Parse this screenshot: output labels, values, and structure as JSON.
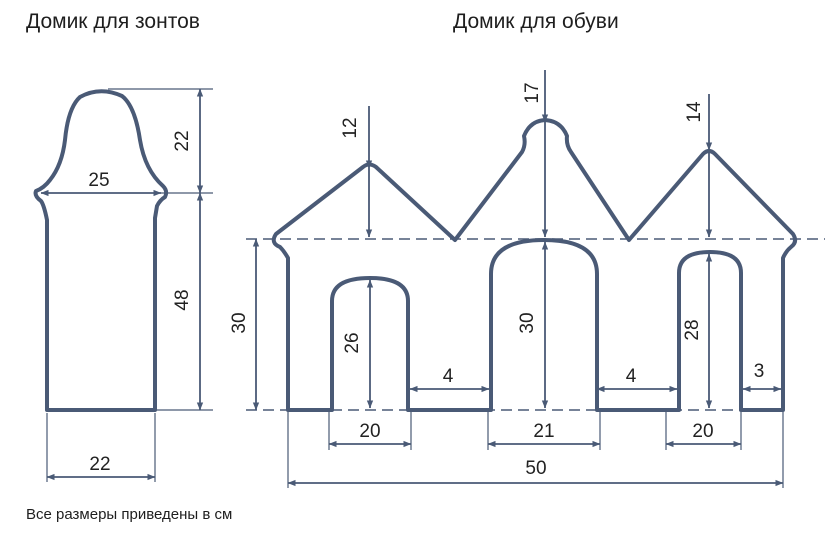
{
  "titles": {
    "umbrella": "Домик для зонтов",
    "shoes": "Домик для обуви"
  },
  "footnote": "Все размеры приведены в см",
  "colors": {
    "outline": "#4a5a76",
    "dimension": "#4a5a76",
    "text": "#222222"
  },
  "umbrella_house": {
    "dims": {
      "top_width": "25",
      "dome_height": "22",
      "body_height": "48",
      "bottom_width": "22"
    }
  },
  "shoe_house": {
    "dims": {
      "peak_left": "12",
      "peak_middle": "17",
      "peak_right": "14",
      "wall_height": "30",
      "arch_left_height": "26",
      "arch_middle_height": "30",
      "arch_right_height": "28",
      "gap_left": "4",
      "gap_right": "4",
      "edge_right": "3",
      "arch_left_width": "20",
      "arch_middle_width": "21",
      "arch_right_width": "20",
      "total_width": "50"
    }
  }
}
